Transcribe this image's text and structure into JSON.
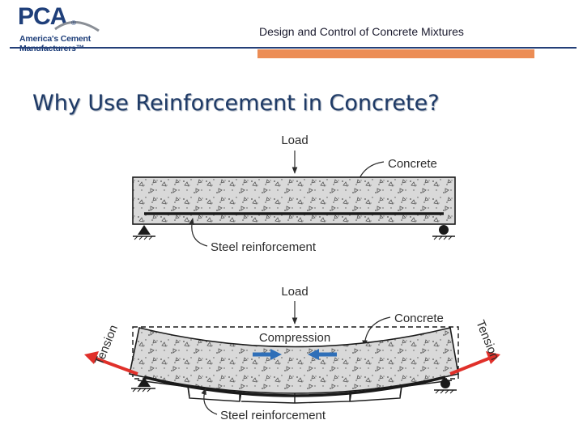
{
  "logo": {
    "mark": "PCA",
    "registered": "®",
    "tagline": "America's Cement Manufacturers™",
    "brand_color": "#1f3f7a"
  },
  "header": {
    "title": "Design and Control of Concrete Mixtures",
    "rule_color": "#243f78",
    "accent_bar_color": "#ec8d55"
  },
  "slide": {
    "title": "Why Use Reinforcement in Concrete?"
  },
  "diagram": {
    "top": {
      "load_label": "Load",
      "concrete_label": "Concrete",
      "steel_label": "Steel reinforcement"
    },
    "bottom": {
      "load_label": "Load",
      "concrete_label": "Concrete",
      "compression_label": "Compression",
      "tension_left": "Tension",
      "tension_right": "Tension",
      "steel_label": "Steel reinforcement"
    },
    "colors": {
      "concrete_fill": "#d9d9d9",
      "tension_arrow": "#e0302a",
      "compression_arrow": "#2f6fb8",
      "steel": "#1a1a1a"
    }
  }
}
